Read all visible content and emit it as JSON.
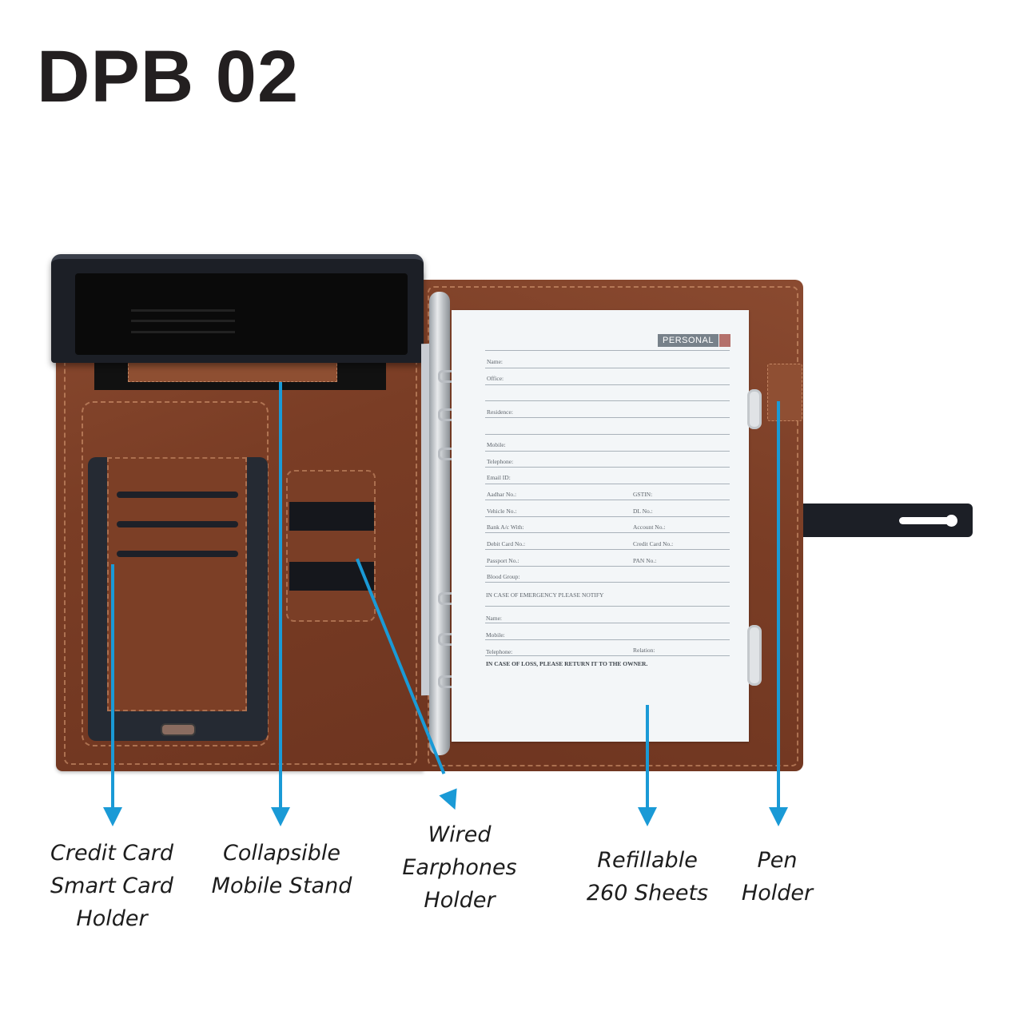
{
  "title": "DPB 02",
  "product": {
    "insert_sheet": {
      "badge": "PERSONAL",
      "badge_color": "#77818a",
      "badge_accent_color": "#b4716c",
      "fields": [
        {
          "label": "Name:"
        },
        {
          "label": "Office:"
        },
        {
          "label": "Residence:"
        },
        {
          "label": "Mobile:"
        },
        {
          "label": "Telephone:"
        },
        {
          "label": "Email  ID:"
        },
        {
          "label": "Aadhar No.:",
          "right": "GSTIN:"
        },
        {
          "label": "Vehicle No.:",
          "right": "DL No.:"
        },
        {
          "label": "Bank A/c With:",
          "right": "Account No.:"
        },
        {
          "label": "Debit Card No.:",
          "right": "Credit Card No.:"
        },
        {
          "label": "Passport No.:",
          "right": "PAN No.:"
        },
        {
          "label": "Blood Group:"
        }
      ],
      "emergency_heading": "IN CASE OF EMERGENCY PLEASE NOTIFY",
      "emergency_fields": [
        {
          "label": "Name:"
        },
        {
          "label": "Mobile:"
        },
        {
          "label": "Telephone:",
          "right": "Relation:"
        }
      ],
      "loss_notice": "IN CASE OF LOSS, PLEASE RETURN IT TO THE OWNER."
    },
    "colors": {
      "leather": "#7a3d25",
      "pointer": "#1a9ad6",
      "strap": "#1c1f26"
    }
  },
  "callouts": [
    {
      "id": "card-holder",
      "lines": [
        "Credit Card",
        "Smart Card",
        "Holder"
      ]
    },
    {
      "id": "mobile-stand",
      "lines": [
        "Collapsible",
        "Mobile Stand"
      ]
    },
    {
      "id": "earphones-holder",
      "lines": [
        "Wired",
        "Earphones",
        "Holder"
      ]
    },
    {
      "id": "refill-sheets",
      "lines": [
        "Refillable",
        "260 Sheets"
      ]
    },
    {
      "id": "pen-holder",
      "lines": [
        "Pen",
        "Holder"
      ]
    }
  ]
}
